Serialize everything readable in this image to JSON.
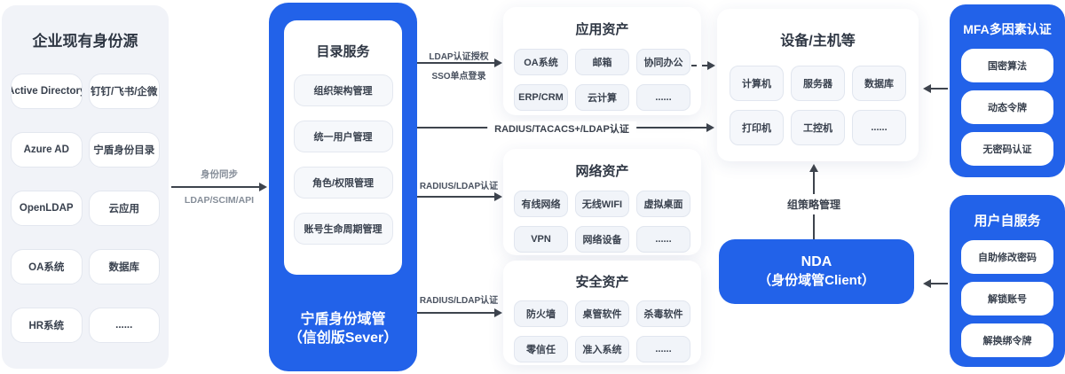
{
  "colors": {
    "accent": "#2262E9",
    "panel_gray": "#F1F3F8",
    "arrow": "#3E444D",
    "pill_gray": "#F1F4F9"
  },
  "identity_sources": {
    "title": "企业现有身份源",
    "items": [
      "Active Directory",
      "钉钉/飞书/企微",
      "Azure AD",
      "宁盾身份目录",
      "OpenLDAP",
      "云应用",
      "OA系统",
      "数据库",
      "HR系统",
      "......"
    ]
  },
  "sync_arrow": {
    "top": "身份同步",
    "bottom": "LDAP/SCIM/API"
  },
  "directory_server": {
    "inner_title": "目录服务",
    "items": [
      "组织架构管理",
      "统一用户管理",
      "角色/权限管理",
      "账号生命周期管理"
    ],
    "label_line1": "宁盾身份域管",
    "label_line2": "（信创版Sever）"
  },
  "arrows": {
    "app_auth_top": "LDAP认证授权",
    "app_auth_bottom": "SSO单点登录",
    "device_auth": "RADIUS/TACACS+/LDAP认证",
    "network_auth": "RADIUS/LDAP认证",
    "security_auth": "RADIUS/LDAP认证",
    "group_policy": "组策略管理"
  },
  "app_assets": {
    "title": "应用资产",
    "items": [
      "OA系统",
      "邮箱",
      "协同办公",
      "ERP/CRM",
      "云计算",
      "......"
    ]
  },
  "network_assets": {
    "title": "网络资产",
    "items": [
      "有线网络",
      "无线WIFI",
      "虚拟桌面",
      "VPN",
      "网络设备",
      "......"
    ]
  },
  "security_assets": {
    "title": "安全资产",
    "items": [
      "防火墙",
      "桌管软件",
      "杀毒软件",
      "零信任",
      "准入系统",
      "......"
    ]
  },
  "devices": {
    "title": "设备/主机等",
    "items": [
      "计算机",
      "服务器",
      "数据库",
      "打印机",
      "工控机",
      "......"
    ]
  },
  "nda": {
    "line1": "NDA",
    "line2": "（身份域管Client）"
  },
  "mfa": {
    "title": "MFA多因素认证",
    "items": [
      "国密算法",
      "动态令牌",
      "无密码认证"
    ]
  },
  "self_service": {
    "title": "用户自服务",
    "items": [
      "自助修改密码",
      "解锁账号",
      "解换绑令牌"
    ]
  }
}
